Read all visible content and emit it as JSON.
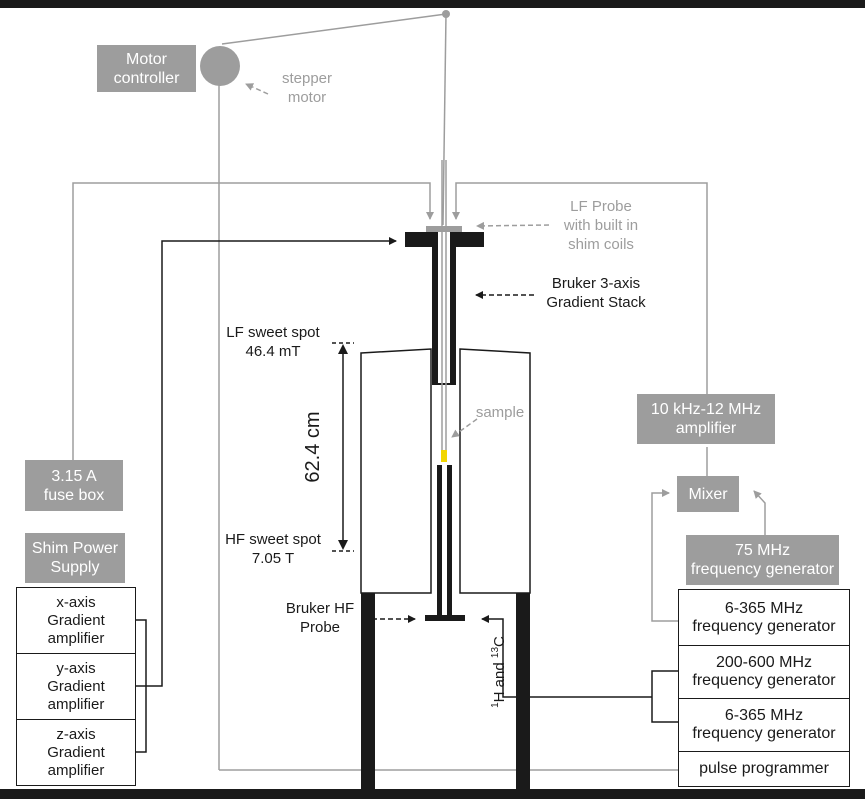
{
  "boxes": {
    "motor_controller": [
      "Motor",
      "controller"
    ],
    "fuse_box": [
      "3.15 A",
      "fuse box"
    ],
    "shim_power": [
      "Shim Power",
      "Supply"
    ],
    "x_amp": [
      "x-axis",
      "Gradient amplifier"
    ],
    "y_amp": [
      "y-axis",
      "Gradient amplifier"
    ],
    "z_amp": [
      "z-axis",
      "Gradient amplifier"
    ],
    "lf_amplifier": [
      "10 kHz-12 MHz",
      "amplifier"
    ],
    "mixer": "Mixer",
    "gen_75": [
      "75 MHz",
      "frequency generator"
    ],
    "gen_6_365_a": [
      "6-365 MHz",
      "frequency generator"
    ],
    "gen_200_600": [
      "200-600 MHz",
      "frequency generator"
    ],
    "gen_6_365_b": [
      "6-365 MHz",
      "frequency generator"
    ],
    "pulse_programmer": "pulse programmer"
  },
  "labels": {
    "stepper_motor": [
      "stepper",
      "motor"
    ],
    "lf_probe": [
      "LF Probe",
      "with built in",
      "shim coils"
    ],
    "gradient_stack": [
      "Bruker 3-axis",
      "Gradient Stack"
    ],
    "lf_sweet_spot": [
      "LF sweet spot",
      "46.4 mT"
    ],
    "hf_sweet_spot": [
      "HF sweet spot",
      "7.05 T"
    ],
    "distance": "62.4 cm",
    "sample": "sample",
    "hf_probe": [
      "Bruker HF",
      "Probe"
    ],
    "nuclei": "1H and 13C"
  },
  "colors": {
    "dark": "#1a1a1a",
    "gray": "#9d9d9d",
    "sample_marker": "#f2d600"
  }
}
